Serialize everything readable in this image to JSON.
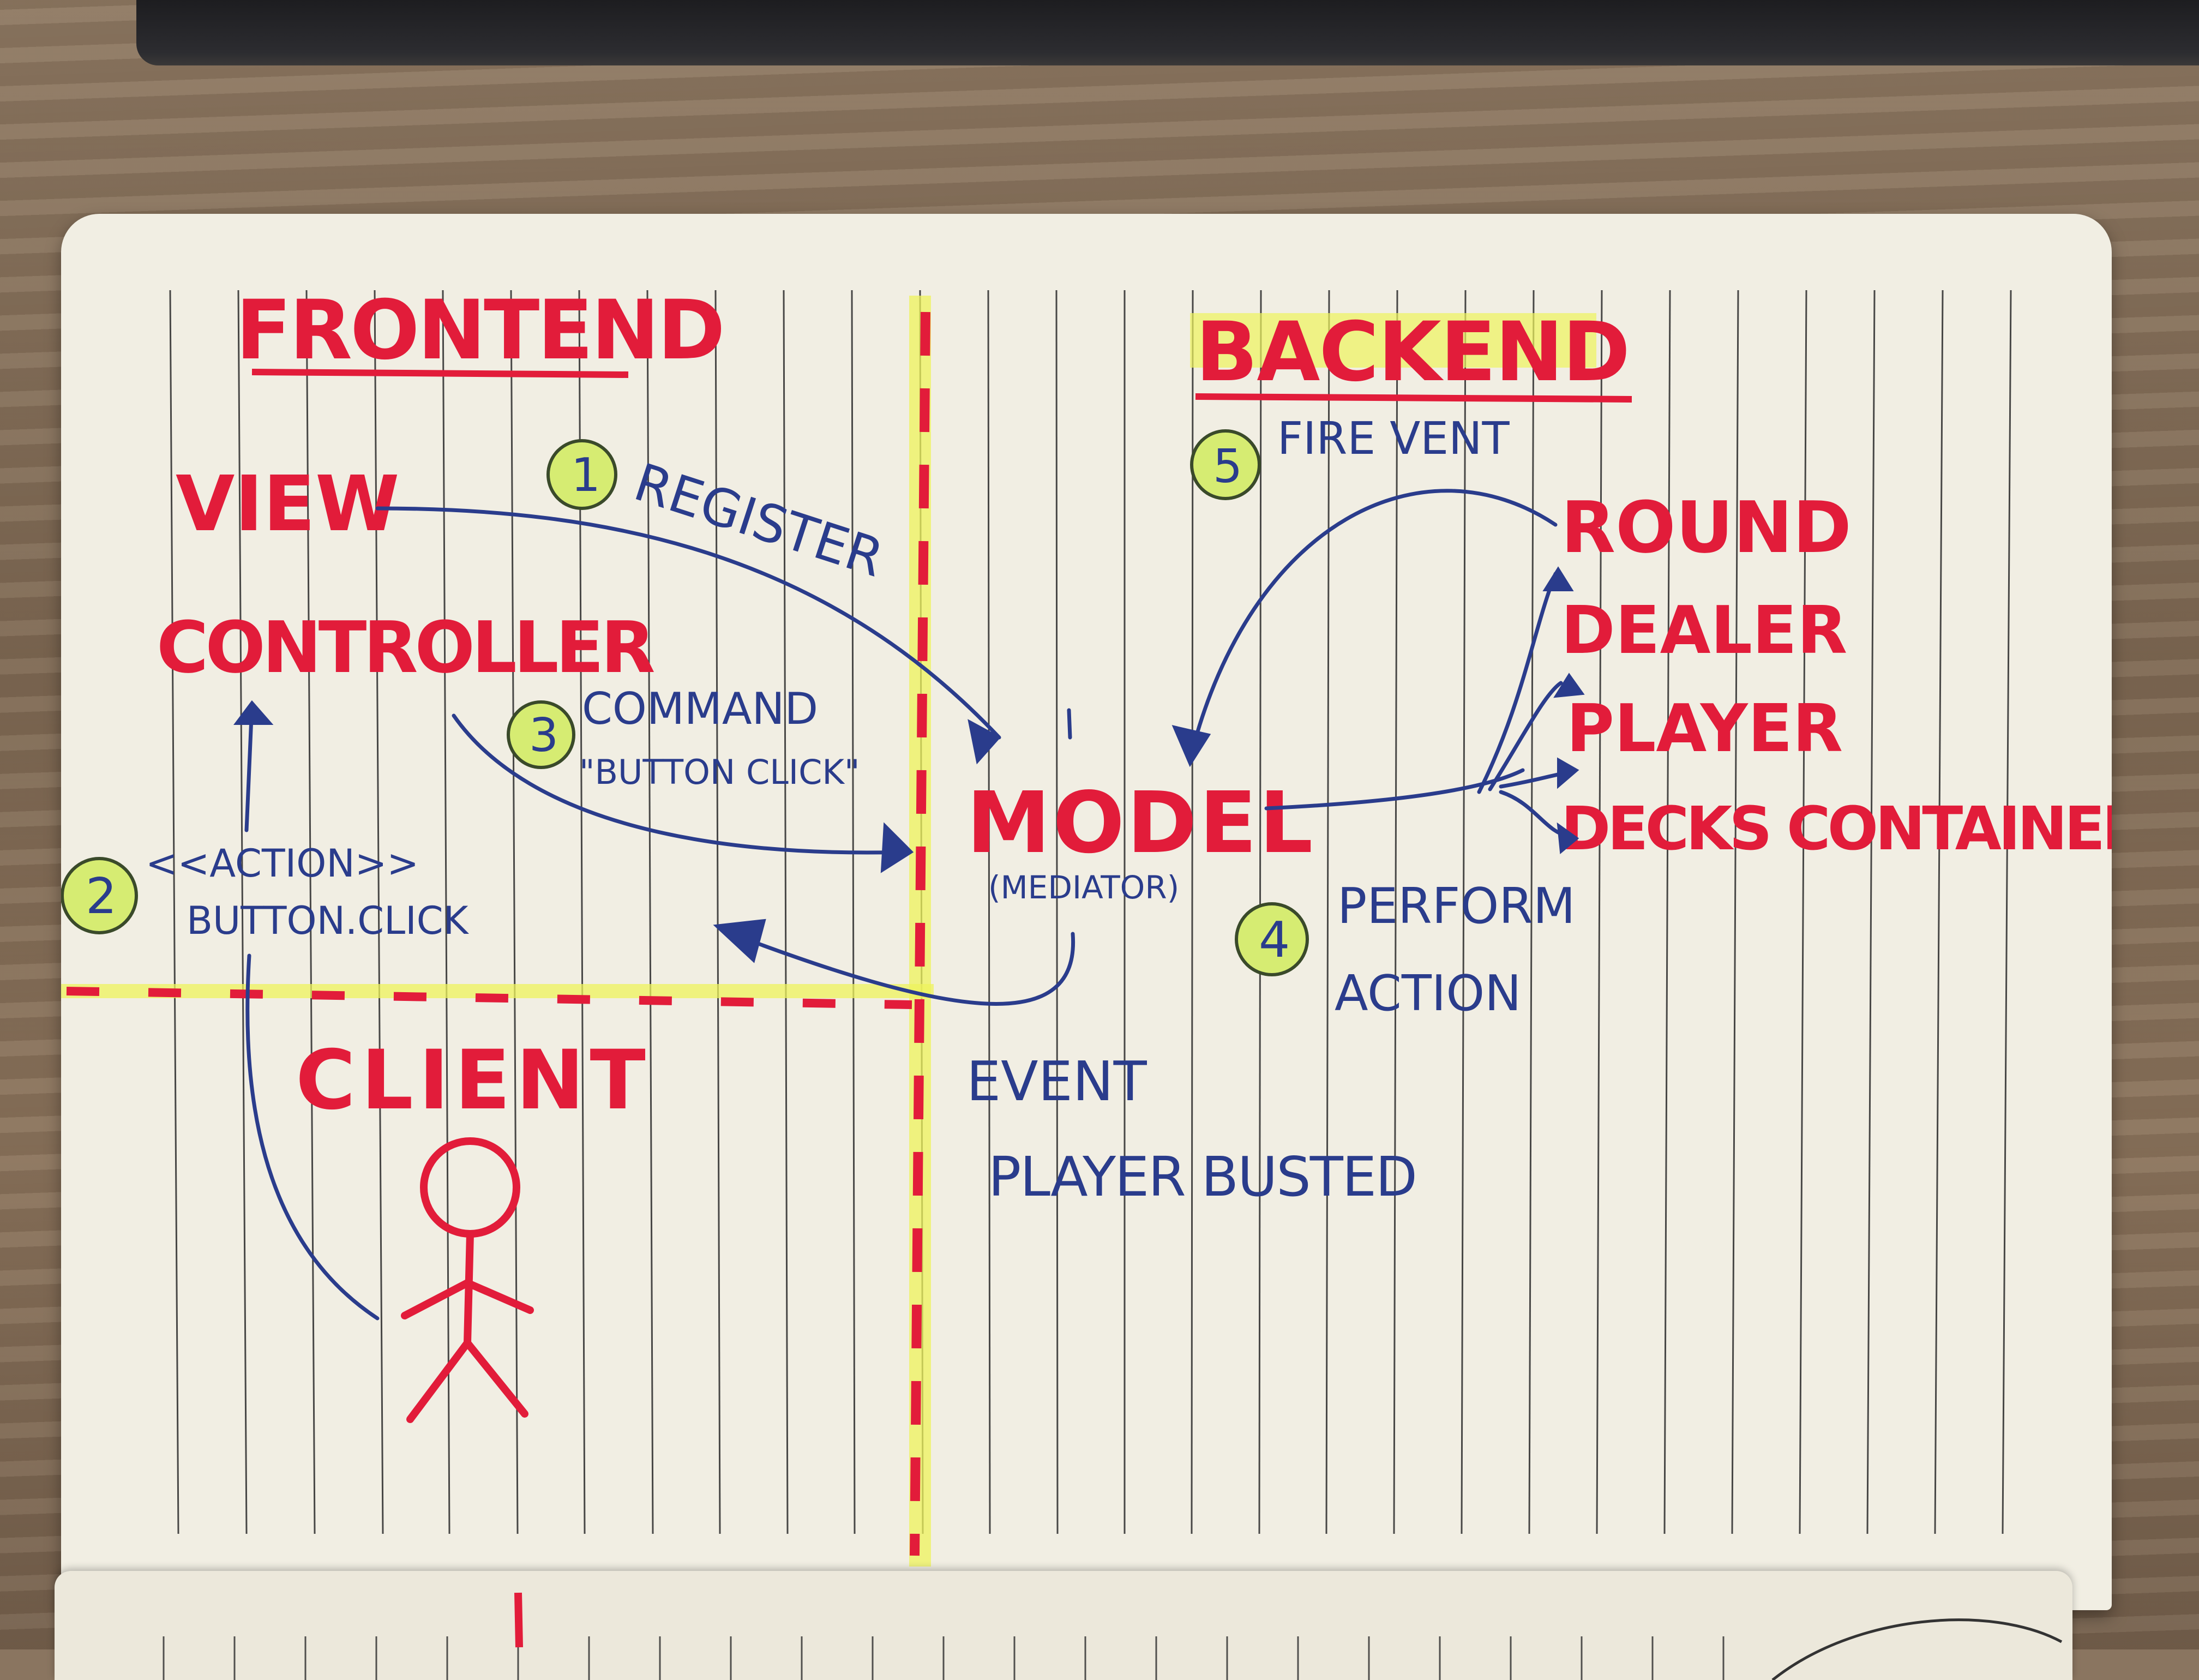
{
  "diagram": {
    "headers": {
      "frontend": "FRONTEND",
      "backend": "BACKEND",
      "client": "CLIENT"
    },
    "nodes": {
      "view": "VIEW",
      "controller": "CONTROLLER",
      "model": "MODEL",
      "model_sub": "(MEDIATOR)",
      "round": "ROUND",
      "dealer": "DEALER",
      "player": "PLAYER",
      "decks_container": "DECKS CONTAINER"
    },
    "steps": [
      {
        "number": "1",
        "lines": [
          "REGISTER"
        ]
      },
      {
        "number": "2",
        "lines": [
          "<<ACTION>>",
          "BUTTON.CLICK"
        ]
      },
      {
        "number": "3",
        "lines": [
          "COMMAND",
          "\"BUTTON CLICK\""
        ]
      },
      {
        "number": "4",
        "lines": [
          "PERFORM",
          "ACTION"
        ]
      },
      {
        "number": "5",
        "lines": [
          "FIRE VENT"
        ]
      }
    ],
    "event": {
      "title": "EVENT",
      "name": "PLAYER BUSTED"
    }
  },
  "colors": {
    "red_marker": "#e21c3a",
    "blue_pen": "#2a3c8c",
    "yellow_highlight": "#e9f06a",
    "green_highlight": "#d6ec72",
    "paper": "#f1eee3",
    "rule_line": "#2a2a2a"
  }
}
